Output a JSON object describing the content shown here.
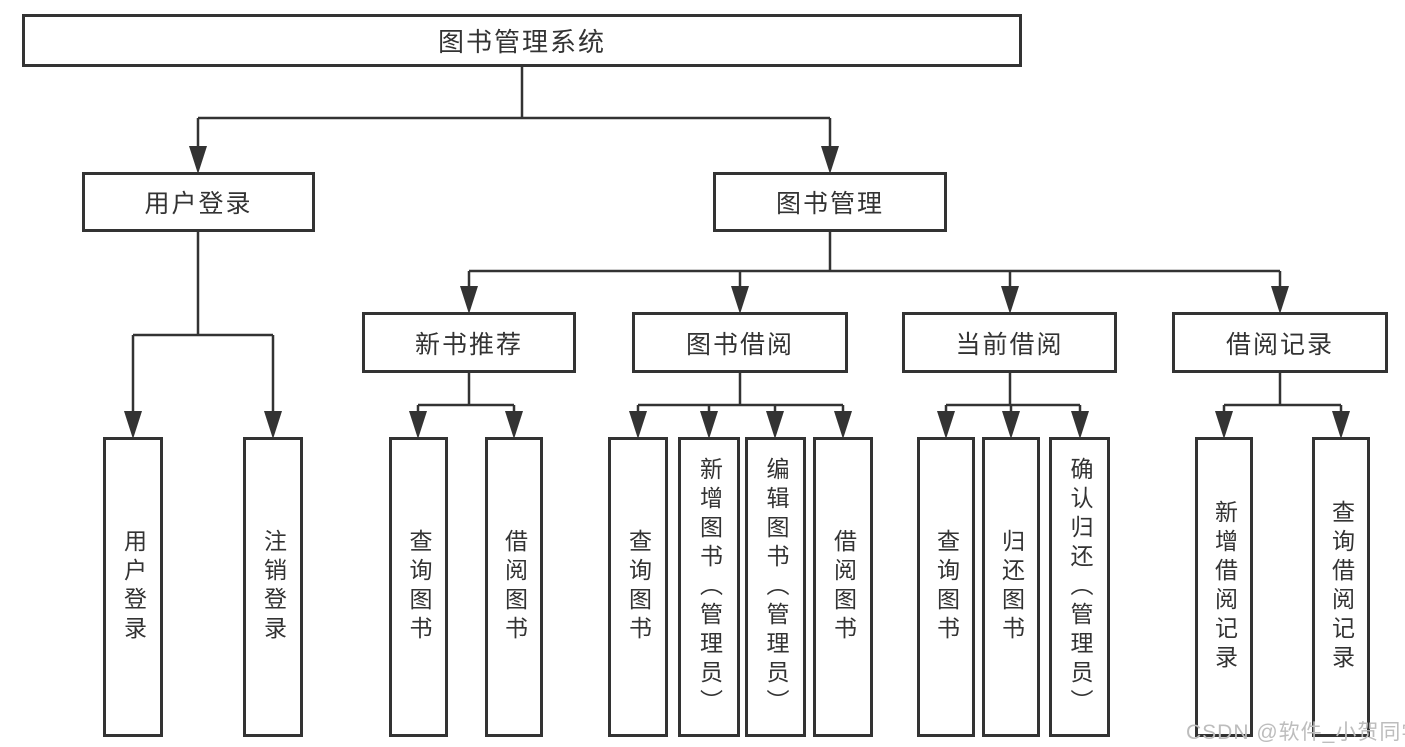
{
  "colors": {
    "background": "#ffffff",
    "line": "#333333",
    "box_border": "#333333",
    "text": "#333333",
    "watermark": "#bdbdbd"
  },
  "watermark": {
    "text": "CSDN @软件_小贺同学"
  },
  "tree": {
    "label": "图书管理系统",
    "children": [
      {
        "label": "用户登录",
        "children": [
          {
            "label": "用户登录"
          },
          {
            "label": "注销登录"
          }
        ]
      },
      {
        "label": "图书管理",
        "children": [
          {
            "label": "新书推荐",
            "children": [
              {
                "label": "查询图书"
              },
              {
                "label": "借阅图书"
              }
            ]
          },
          {
            "label": "图书借阅",
            "children": [
              {
                "label": "查询图书"
              },
              {
                "label": "新增图书（管理员）"
              },
              {
                "label": "编辑图书（管理员）"
              },
              {
                "label": "借阅图书"
              }
            ]
          },
          {
            "label": "当前借阅",
            "children": [
              {
                "label": "查询图书"
              },
              {
                "label": "归还图书"
              },
              {
                "label": "确认归还（管理员）"
              }
            ]
          },
          {
            "label": "借阅记录",
            "children": [
              {
                "label": "新增借阅记录"
              },
              {
                "label": "查询借阅记录"
              }
            ]
          }
        ]
      }
    ]
  }
}
